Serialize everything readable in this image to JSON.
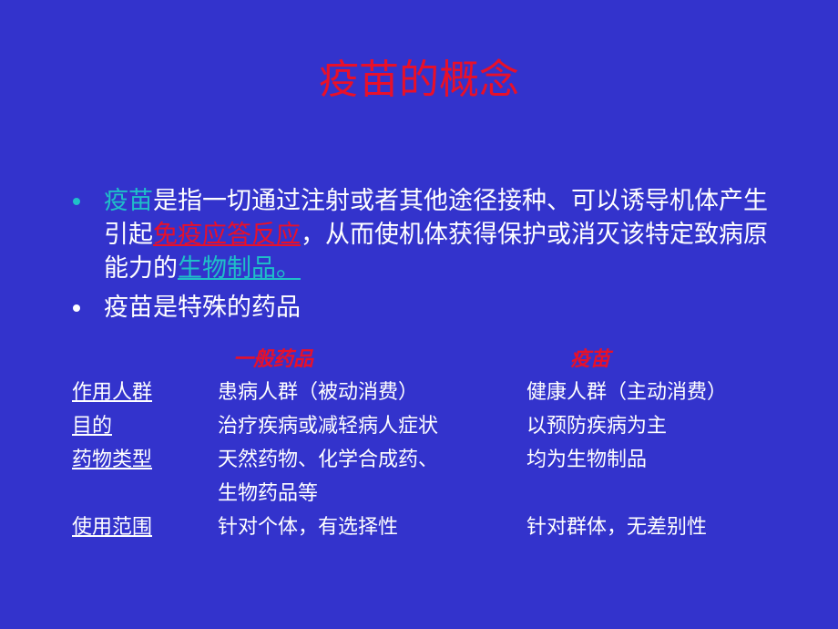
{
  "slide": {
    "title": "疫苗的概念",
    "background_color": "#3333cc",
    "bullets": [
      {
        "parts": {
          "term": "疫苗",
          "text1": "是指一切通过注射或者其他途径接种、可以诱导机体产生引起",
          "link1": "免疫应答反应",
          "text2": "，从而使机体获得保护或消灭该特定致病原能力的",
          "link2": "生物制品。"
        },
        "bullet_color": "#1fc0c8"
      },
      {
        "text": "疫苗是特殊的药品",
        "bullet_color": "#ffffff"
      }
    ],
    "comparison": {
      "headers": {
        "col1": "一般药品",
        "col2": "疫苗"
      },
      "rows": [
        {
          "label": "作用人群",
          "col1": "患病人群（被动消费）",
          "col2": "健康人群（主动消费）"
        },
        {
          "label": "目的",
          "col1": "治疗疾病或减轻病人症状",
          "col2": "以预防疾病为主"
        },
        {
          "label": "药物类型",
          "col1": "天然药物、化学合成药、",
          "col1_cont": "生物药品等",
          "col2": "均为生物制品"
        },
        {
          "label": "使用范围",
          "col1": "针对个体，有选择性",
          "col2": "针对群体，无差别性"
        }
      ]
    }
  }
}
